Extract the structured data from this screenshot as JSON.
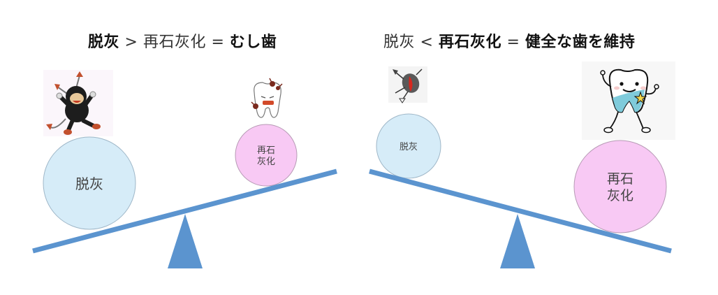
{
  "colors": {
    "beam": "#5b94cf",
    "fulcrum": "#5b94cf",
    "demineral_fill": "#d6ecf8",
    "demineral_stroke": "#9fb7c8",
    "remineral_fill": "#f8c9f4",
    "remineral_stroke": "#b79ab5"
  },
  "left_panel": {
    "title": {
      "part1": "脱灰",
      "op1": ">",
      "part2": "再石灰化",
      "op2": "=",
      "result": "むし歯"
    },
    "heavy_circle_label": "脱灰",
    "light_circle_label_line1": "再石",
    "light_circle_label_line2": "灰化",
    "illustrations": [
      "cavity-devil-icon",
      "decayed-tooth-icon"
    ]
  },
  "right_panel": {
    "title": {
      "part1": "脱灰",
      "op1": "<",
      "part2": "再石灰化",
      "op2": "=",
      "result": "健全な歯を維持"
    },
    "light_circle_label": "脱灰",
    "heavy_circle_label_line1": "再石",
    "heavy_circle_label_line2": "灰化",
    "illustrations": [
      "defeated-bacteria-icon",
      "healthy-tooth-icon"
    ]
  }
}
